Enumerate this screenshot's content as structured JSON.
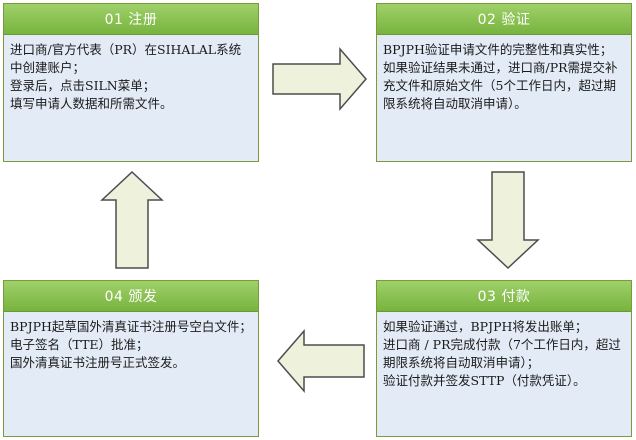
{
  "steps": {
    "register": {
      "title": "01  注册",
      "lines": [
        "进口商/官方代表（PR）在SIHALAL系统中创建账户；",
        "登录后，点击SILN菜单；",
        "填写申请人数据和所需文件。"
      ]
    },
    "verify": {
      "title": "02  验证",
      "lines": [
        "BPJPH验证申请文件的完整性和真实性；",
        "如果验证结果未通过，进口商/PR需提交补充文件和原始文件（5个工作日内，超过期限系统将自动取消申请）。"
      ]
    },
    "payment": {
      "title": "03  付款",
      "lines": [
        "如果验证通过，BPJPH将发出账单；",
        "进口商 / PR完成付款（7个工作日内，超过期限系统将自动取消申请）；",
        "验证付款并签发STTP（付款凭证）。"
      ]
    },
    "issue": {
      "title": "04  颁发",
      "lines": [
        "BPJPH起草国外清真证书注册号空白文件；",
        "电子签名（TTE）批准；",
        "国外清真证书注册号正式签发。"
      ]
    }
  },
  "colors": {
    "header_green": "#86bf4a",
    "body_blue": "#e3ebf6",
    "arrow_fill": "#eef1dc",
    "arrow_stroke": "#4d4d4d"
  }
}
